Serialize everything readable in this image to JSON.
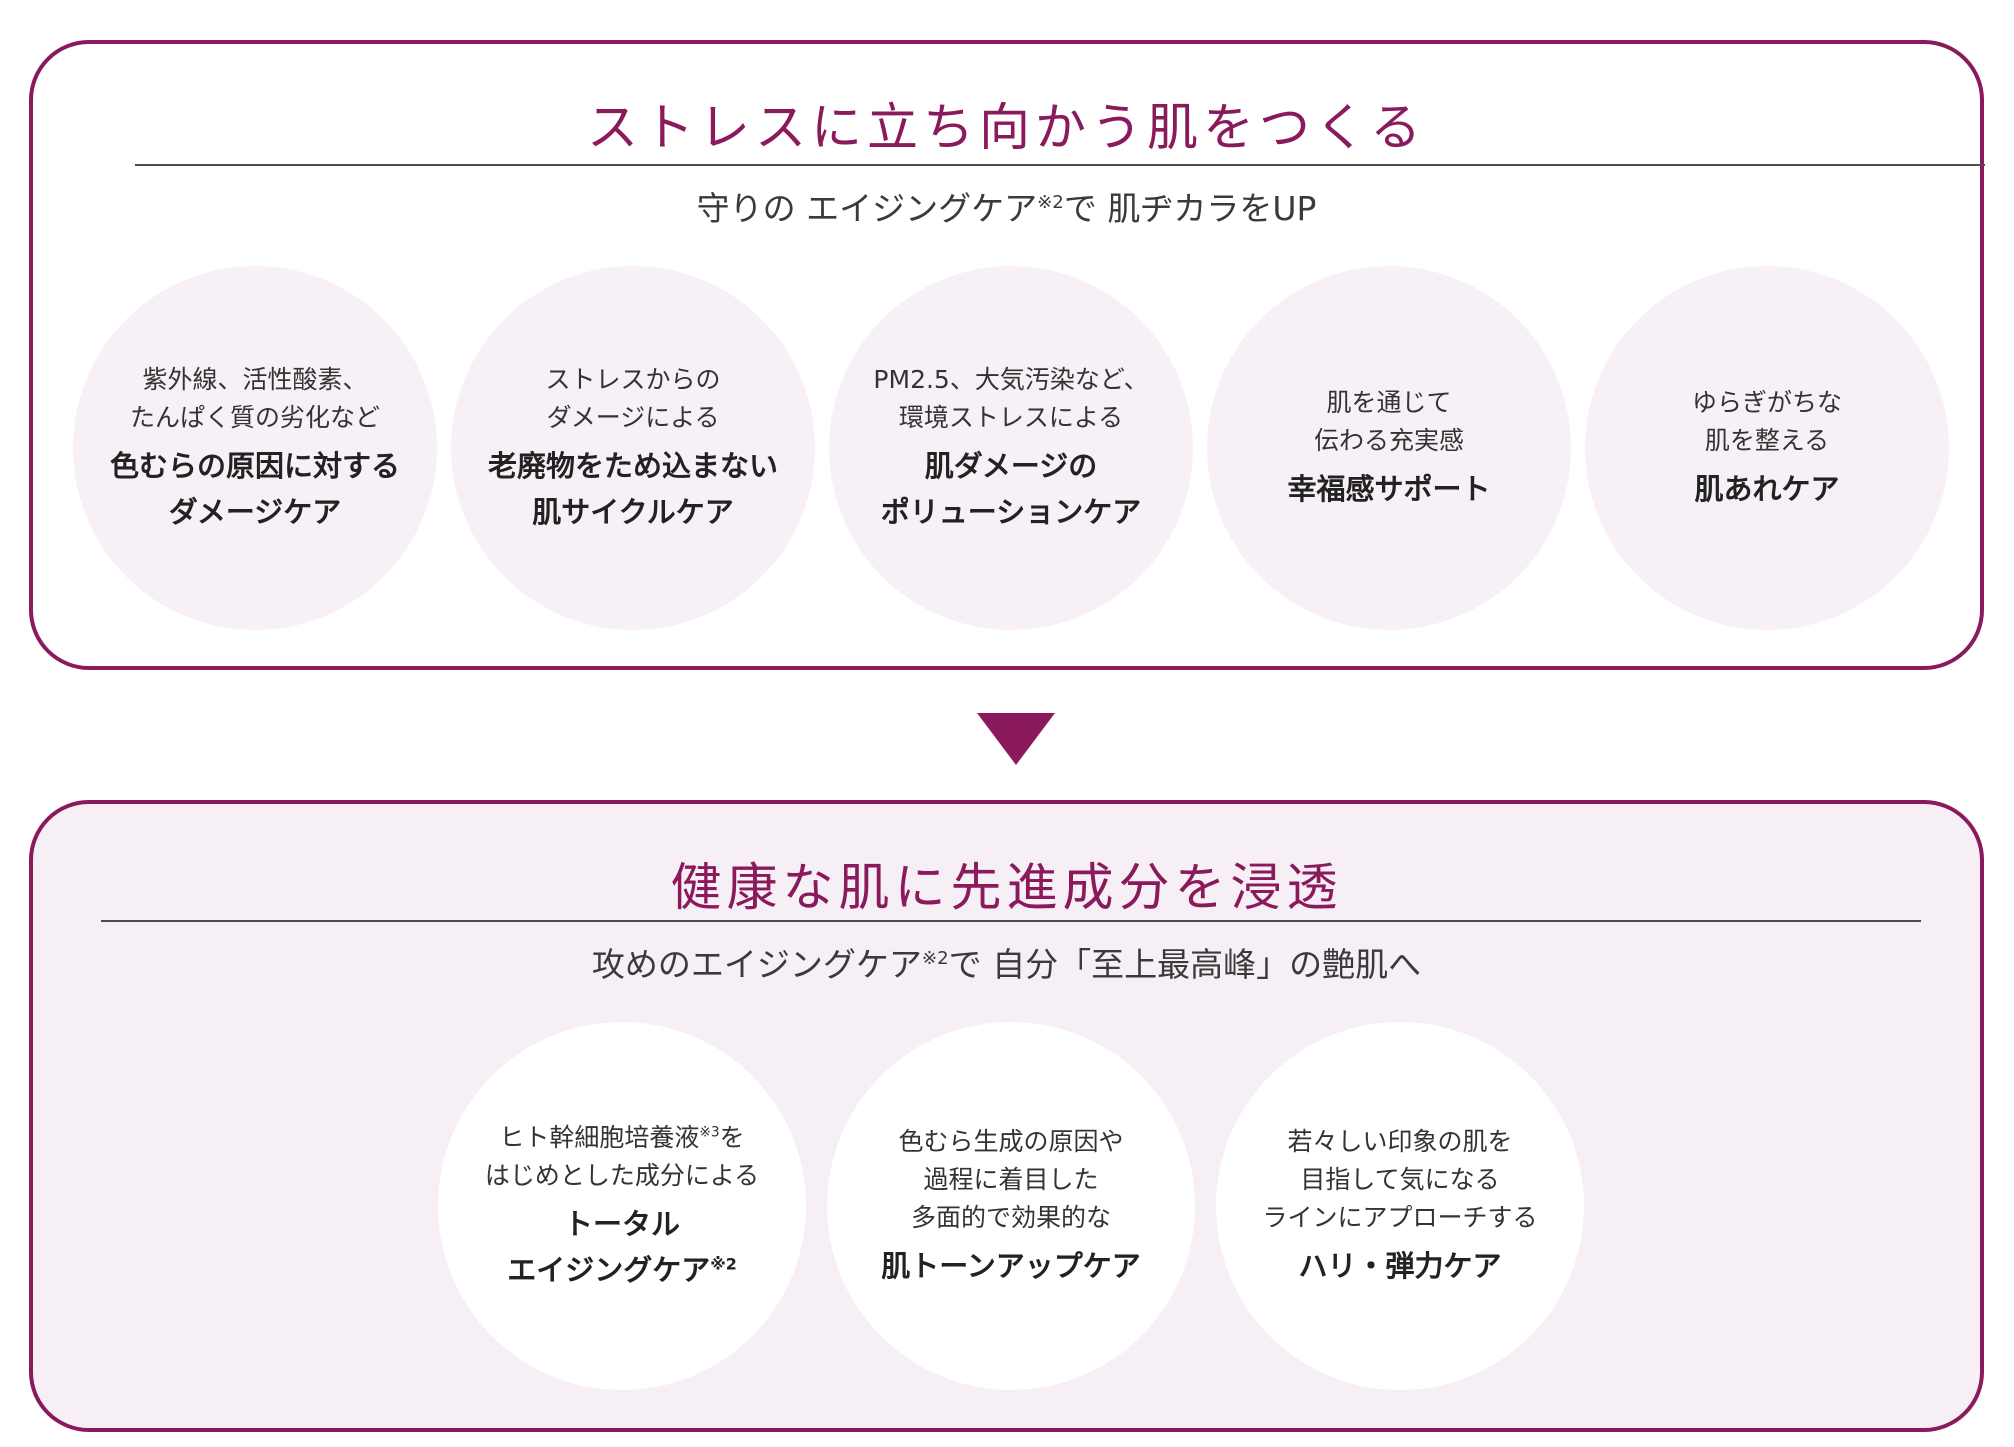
{
  "colors": {
    "accent": "#8a1a5c",
    "top_circle_bg": "#f7f0f6",
    "bottom_panel_bg": "#f7eff6",
    "bottom_circle_bg": "#ffffff"
  },
  "top": {
    "title": "ストレスに立ち向かう肌をつくる",
    "subtitle_before": "守りの エイジングケア",
    "subtitle_sup": "※2",
    "subtitle_after": "で 肌ヂカラをUP",
    "circles": [
      {
        "desc": [
          "紫外線、活性酸素、",
          "たんぱく質の劣化など"
        ],
        "main": [
          "色むらの原因に対する",
          "ダメージケア"
        ]
      },
      {
        "desc": [
          "ストレスからの",
          "ダメージによる"
        ],
        "main": [
          "老廃物をため込まない",
          "肌サイクルケア"
        ]
      },
      {
        "desc": [
          "PM2.5、大気汚染など、",
          "環境ストレスによる"
        ],
        "main": [
          "肌ダメージの",
          "ポリューションケア"
        ]
      },
      {
        "desc": [
          "肌を通じて",
          "伝わる充実感"
        ],
        "main": [
          "幸福感サポート"
        ]
      },
      {
        "desc": [
          "ゆらぎがちな",
          "肌を整える"
        ],
        "main": [
          "肌あれケア"
        ]
      }
    ]
  },
  "bottom": {
    "title": "健康な肌に先進成分を浸透",
    "subtitle_before": "攻めのエイジングケア",
    "subtitle_sup": "※2",
    "subtitle_after": "で 自分「至上最高峰」の艶肌へ",
    "circles": [
      {
        "desc_l1_before": "ヒト幹細胞培養液",
        "desc_l1_sup": "※3",
        "desc_l1_after": "を",
        "desc_l2": "はじめとした成分による",
        "main_l1": "トータル",
        "main_l2_before": "エイジングケア",
        "main_l2_sup": "※2"
      },
      {
        "desc": [
          "色むら生成の原因や",
          "過程に着目した",
          "多面的で効果的な"
        ],
        "main": [
          "肌トーンアップケア"
        ]
      },
      {
        "desc": [
          "若々しい印象の肌を",
          "目指して気になる",
          "ラインにアプローチする"
        ],
        "main": [
          "ハリ・弾力ケア"
        ]
      }
    ]
  }
}
